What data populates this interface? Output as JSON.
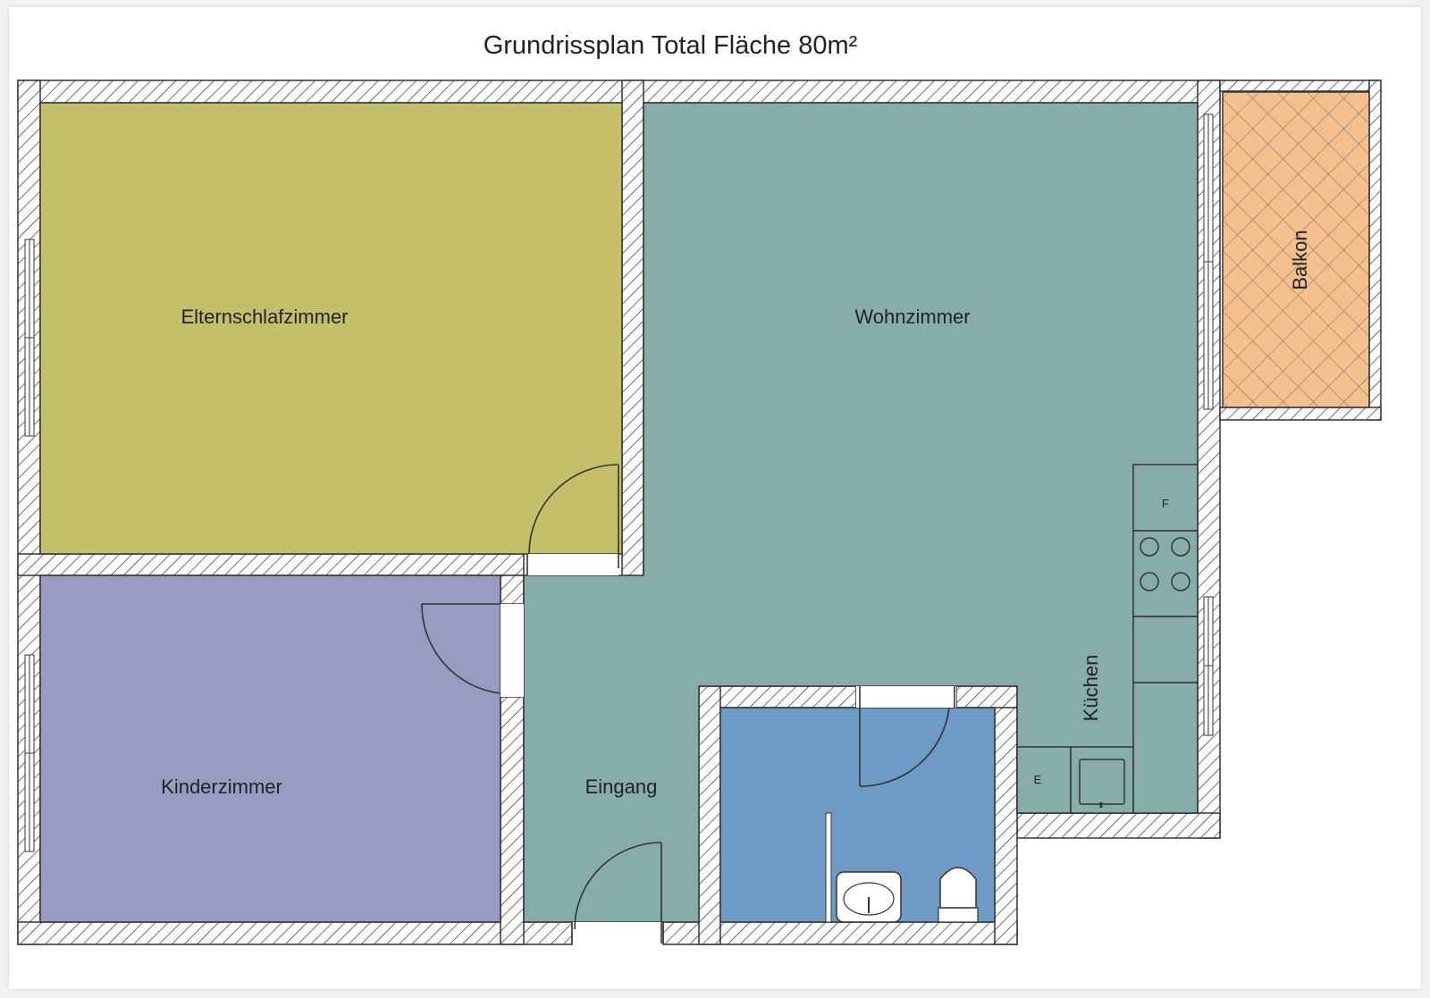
{
  "title": "Grundrissplan Total Fläche 80m²",
  "rooms": {
    "eltern": {
      "label": "Elternschlafzimmer",
      "color": "#c4bf69"
    },
    "wohn": {
      "label": "Wohnzimmer",
      "color": "#86ada9"
    },
    "kinder": {
      "label": "Kinderzimmer",
      "color": "#9a9bc2"
    },
    "eingang": {
      "label": "Eingang"
    },
    "kuechen": {
      "label": "Küchen"
    },
    "balkon": {
      "label": "Balkon",
      "color": "#f3c08e"
    },
    "bad": {
      "color": "#6e9bc6"
    }
  },
  "appliances": {
    "fridge": "F",
    "appliance_e": "E"
  },
  "wall_color": "#ffffff",
  "hatch_color": "#333333"
}
